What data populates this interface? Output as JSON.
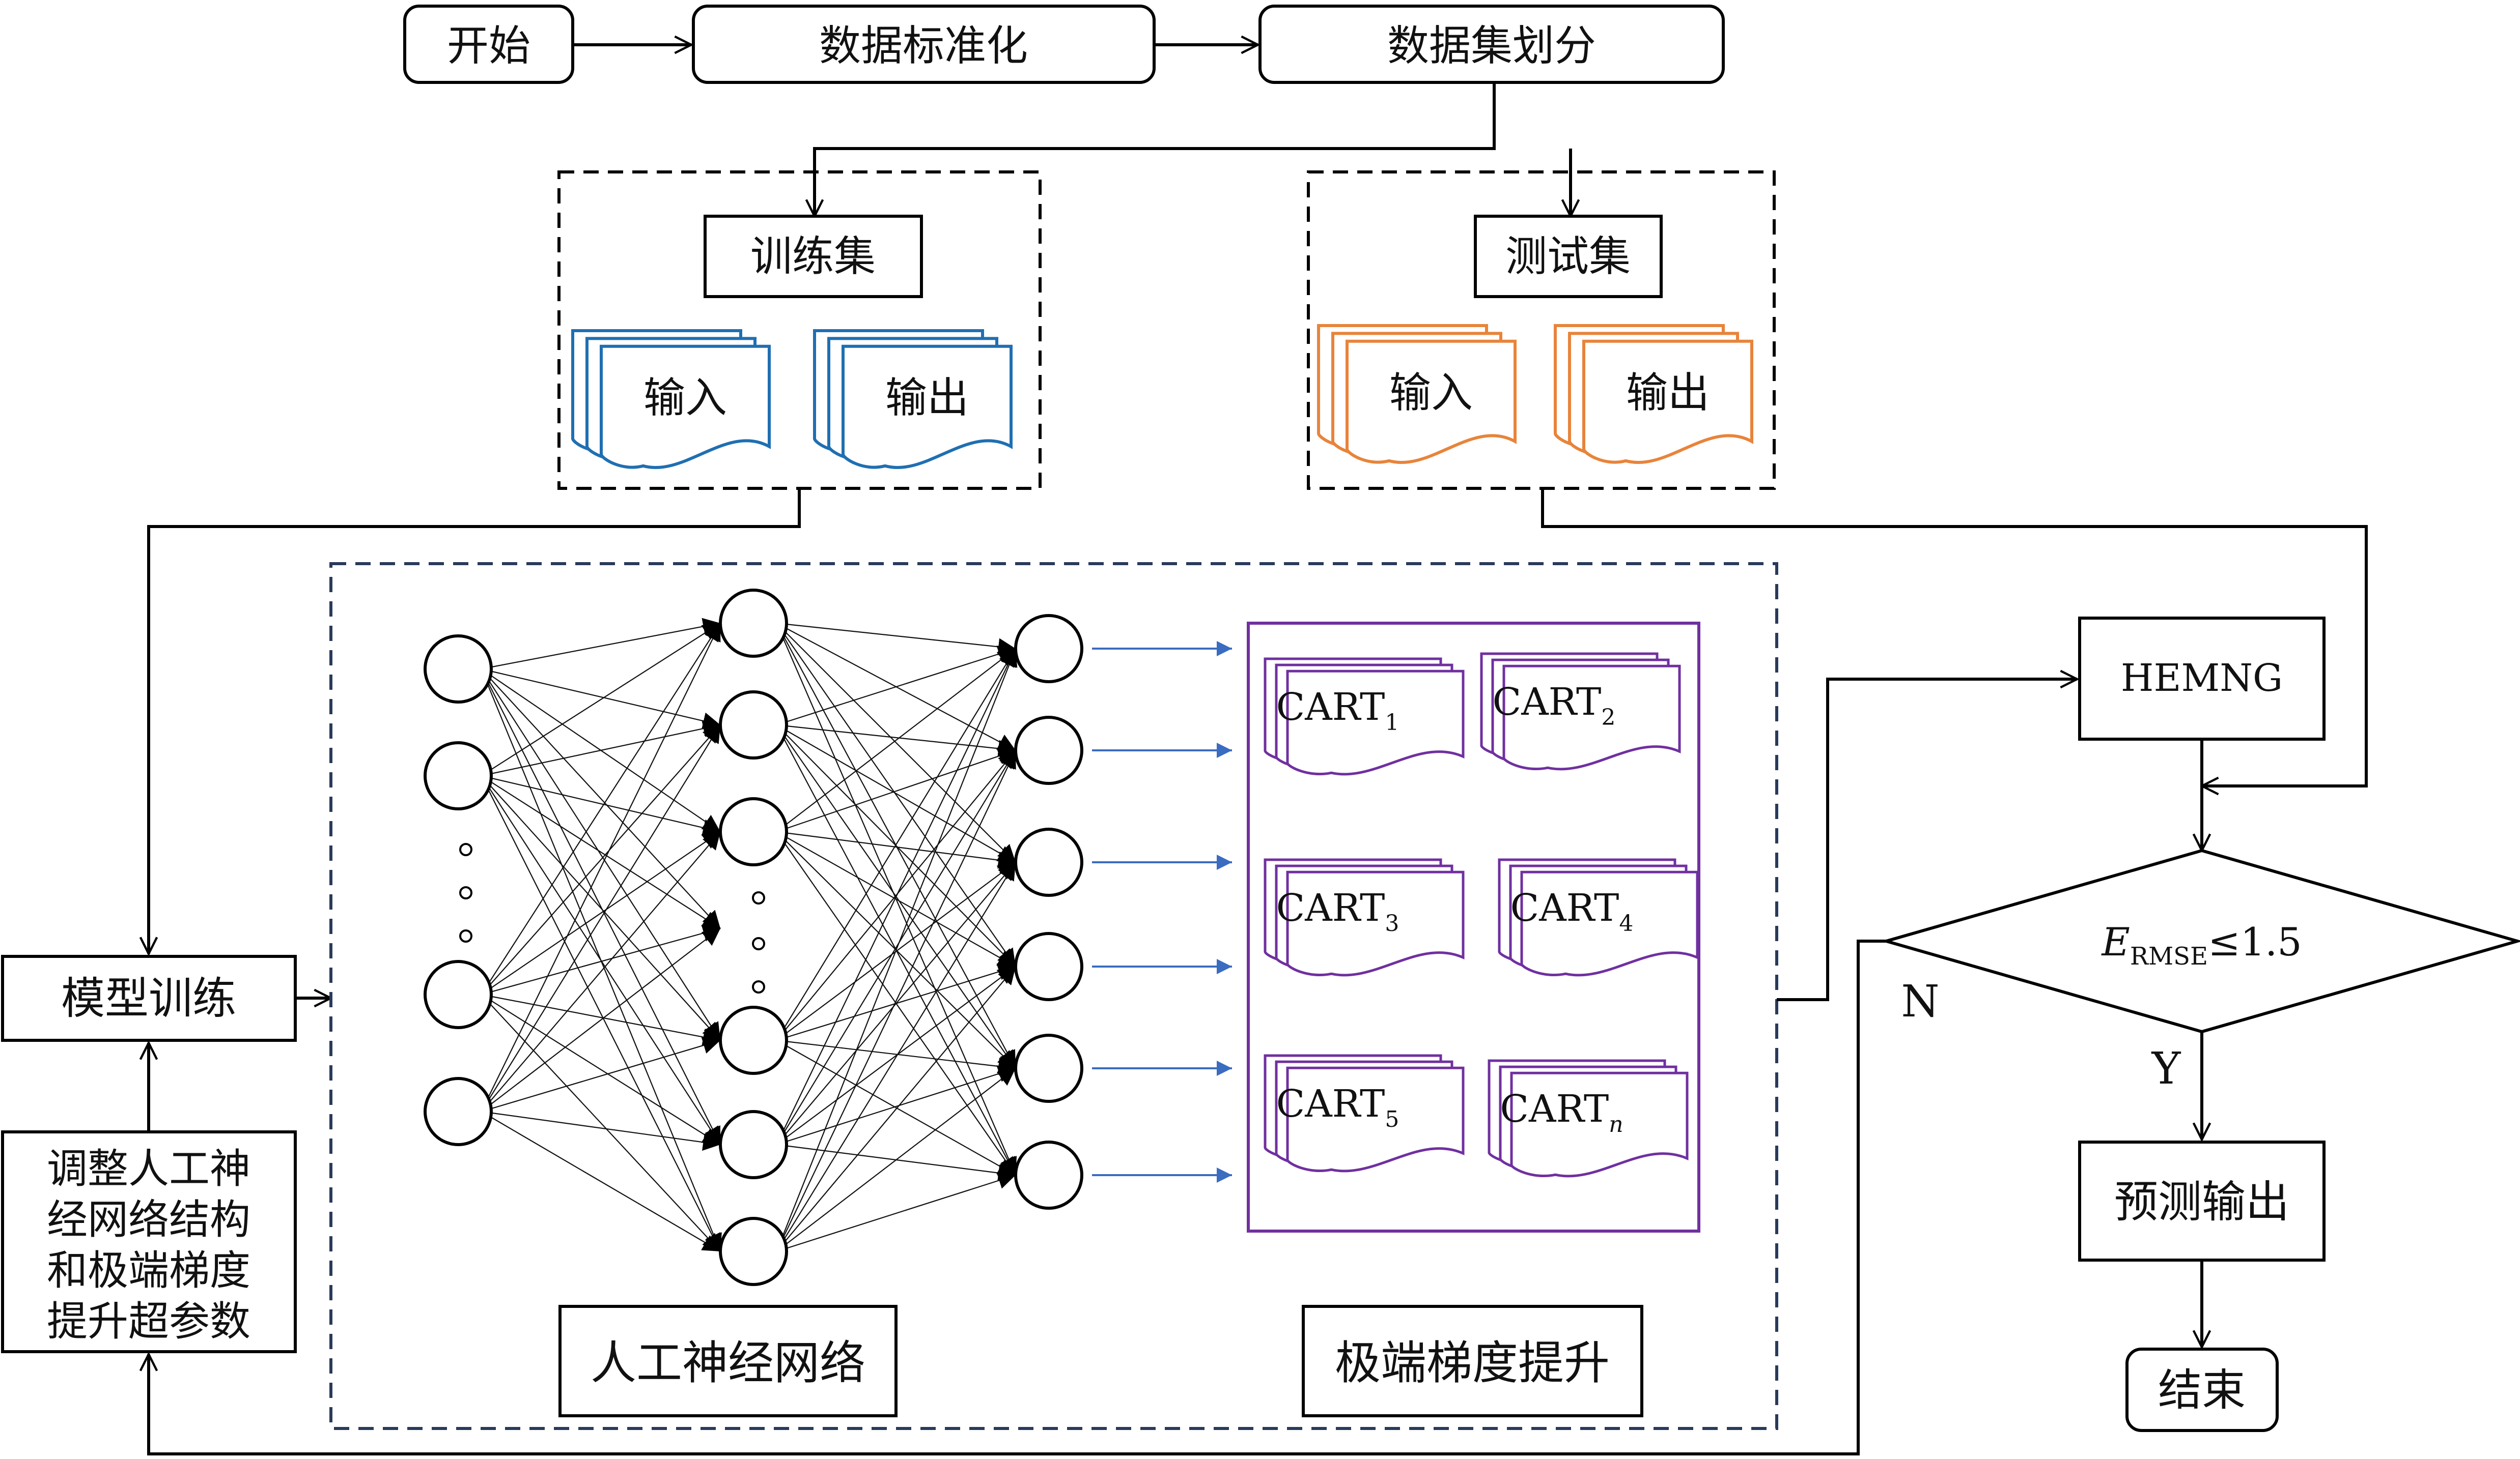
{
  "flow": {
    "start": "开始",
    "standardize": "数据标准化",
    "split": "数据集划分",
    "train_set": "训练集",
    "test_set": "测试集",
    "input": "输入",
    "output": "输出",
    "model_train": "模型训练",
    "adjust_lines": [
      "调整人工神",
      "经网络结构",
      "和极端梯度",
      "提升超参数"
    ],
    "ann_label": "人工神经网络",
    "xgb_label": "极端梯度提升",
    "hemng": "HEMNG",
    "condition_E": "E",
    "condition_sub": "RMSE",
    "condition_rest": "≤1.5",
    "no": "N",
    "yes": "Y",
    "predict": "预测输出",
    "end": "结束"
  },
  "carts": [
    {
      "base": "CART",
      "sub": "1"
    },
    {
      "base": "CART",
      "sub": "2"
    },
    {
      "base": "CART",
      "sub": "3"
    },
    {
      "base": "CART",
      "sub": "4"
    },
    {
      "base": "CART",
      "sub": "5"
    },
    {
      "base": "CART",
      "sub": "n"
    }
  ],
  "colors": {
    "train_doc": "#1f6fb2",
    "test_doc": "#e8843a",
    "cart": "#7030a0",
    "dashed_ann": "#2a3a5a",
    "arrow_blue": "#3a6cc0"
  }
}
